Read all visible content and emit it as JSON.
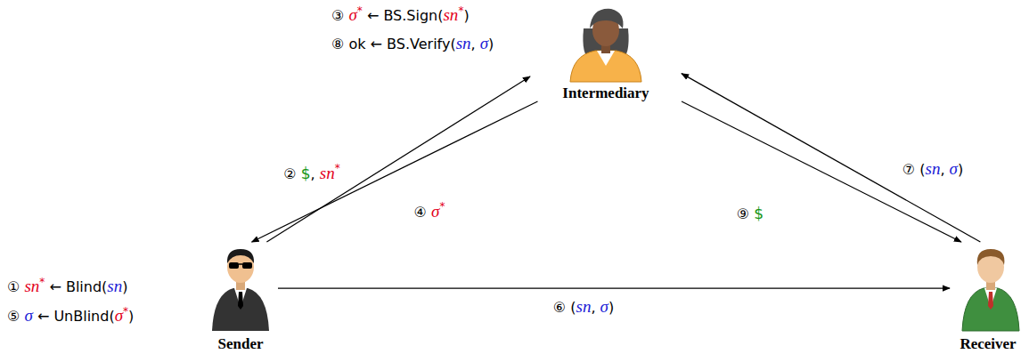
{
  "diagram": {
    "nodes": [
      {
        "text": [
          "Intermediary"
        ]
      },
      {
        "text": [
          "Sender"
        ]
      },
      {
        "text": [
          "Receiver"
        ]
      }
    ],
    "edges": [
      {
        "from": 1,
        "to": 0,
        "arrow": "to",
        "label": "② $, sn*"
      },
      {
        "from": 0,
        "to": 1,
        "arrow": "to",
        "label": "④ σ*"
      },
      {
        "from": 0,
        "to": 2,
        "arrow": "to",
        "label": "⑨ $"
      },
      {
        "from": 2,
        "to": 0,
        "arrow": "to",
        "label": "⑦ (sn, σ)"
      },
      {
        "from": 1,
        "to": 2,
        "arrow": "to",
        "label": "⑥ (sn, σ)"
      }
    ],
    "labels": [
      "③ σ* ← BS.Sign(sn*)",
      "⑧ ok ← BS.Verify(sn, σ)",
      "① sn* ← Blind(sn)",
      "⑤ σ ← UnBlind(σ*)"
    ]
  }
}
